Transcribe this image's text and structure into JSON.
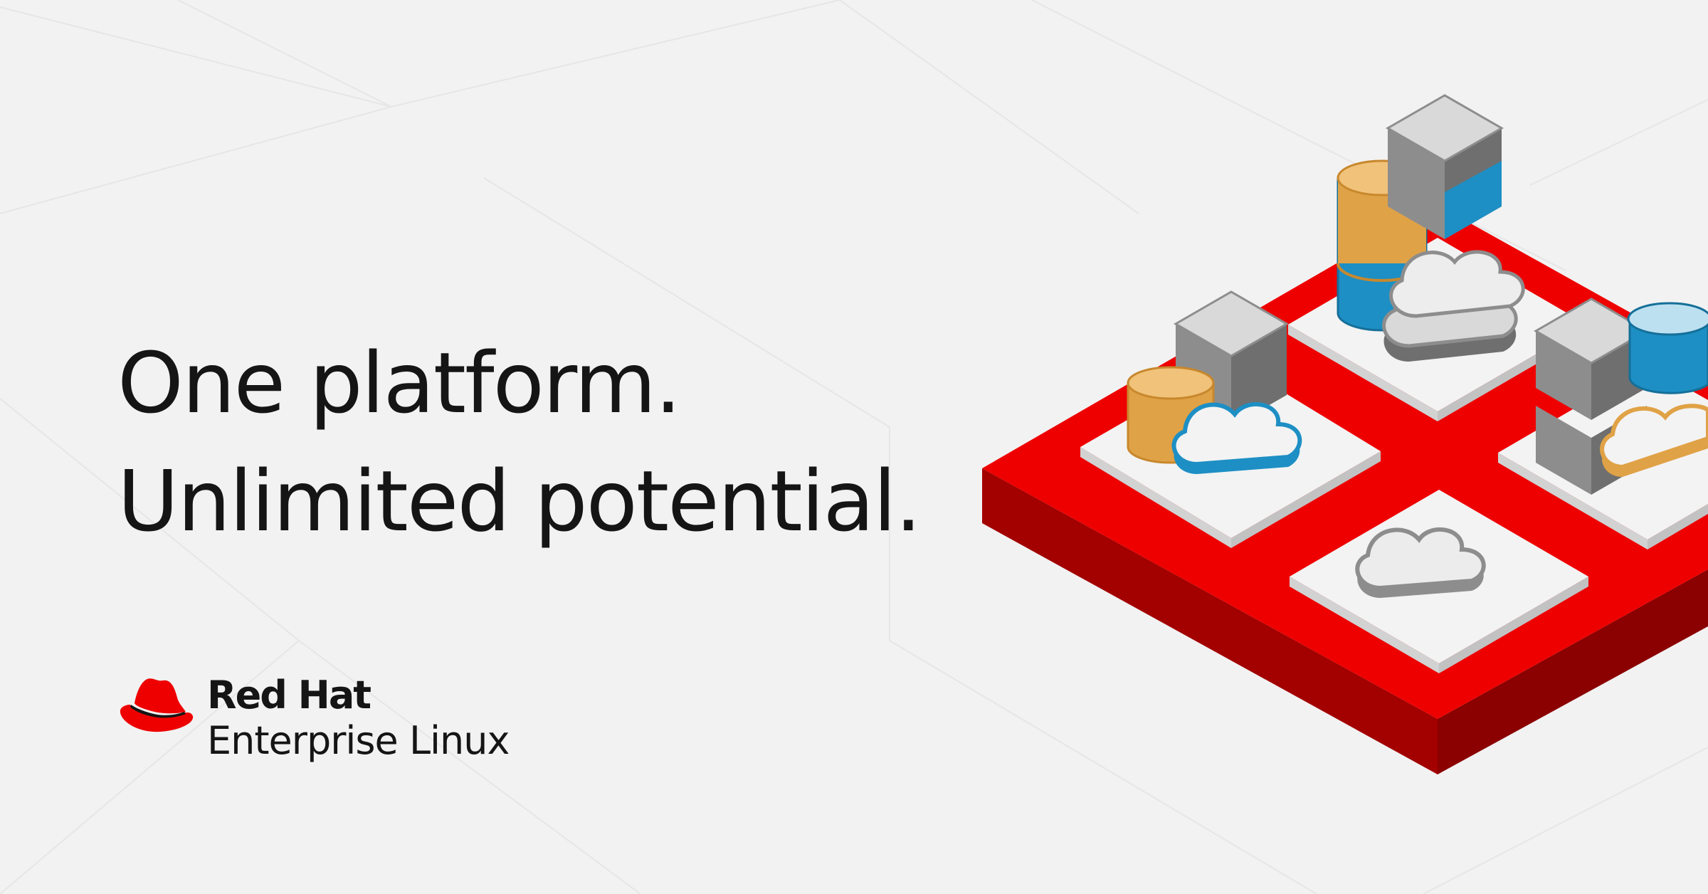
{
  "headline": {
    "line1": "One platform.",
    "line2": "Unlimited potential."
  },
  "brand": {
    "name": "Red Hat",
    "product": "Enterprise Linux"
  },
  "colors": {
    "background": "#f2f2f2",
    "text": "#151515",
    "brand_red": "#ee0000",
    "dark_red": "#a30000",
    "blue": "#1d8fc4",
    "orange": "#e0a246",
    "gray": "#8a8a8a"
  },
  "illustration": {
    "items": [
      "platform-base",
      "cube-icon",
      "database-icon",
      "cloud-icon"
    ]
  }
}
